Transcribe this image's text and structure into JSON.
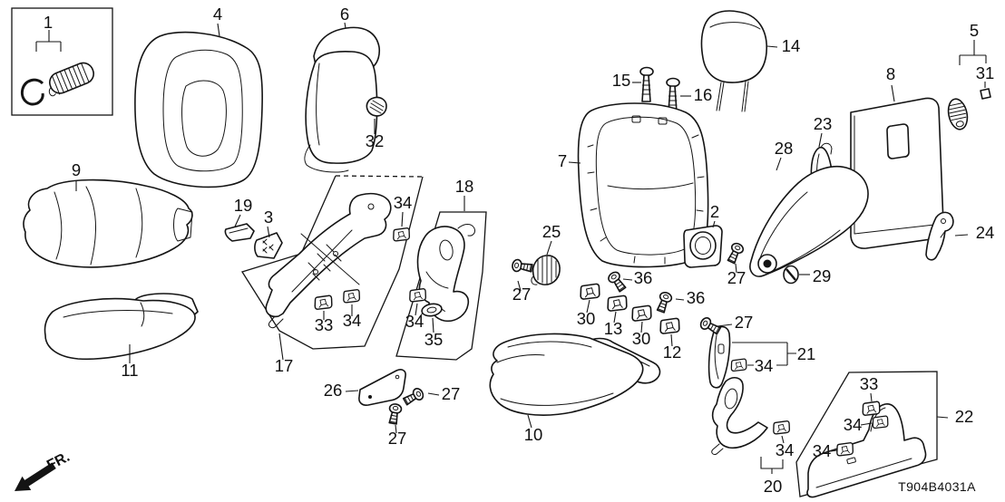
{
  "diagram": {
    "code": "T904B4031A",
    "direction_label": "FR.",
    "line_color": "#141414",
    "background_color": "#ffffff",
    "unique_part_numbers": [
      "1",
      "2",
      "3",
      "4",
      "5",
      "6",
      "7",
      "8",
      "9",
      "10",
      "11",
      "12",
      "13",
      "14",
      "15",
      "16",
      "17",
      "18",
      "19",
      "20",
      "21",
      "22",
      "23",
      "24",
      "25",
      "26",
      "27",
      "28",
      "29",
      "30",
      "31",
      "32",
      "33",
      "34",
      "35",
      "36"
    ],
    "callouts": [
      {
        "label": "1"
      },
      {
        "label": "4"
      },
      {
        "label": "6"
      },
      {
        "label": "14"
      },
      {
        "label": "15"
      },
      {
        "label": "16"
      },
      {
        "label": "5"
      },
      {
        "label": "31"
      },
      {
        "label": "32"
      },
      {
        "label": "8"
      },
      {
        "label": "23"
      },
      {
        "label": "28"
      },
      {
        "label": "7"
      },
      {
        "label": "9"
      },
      {
        "label": "19"
      },
      {
        "label": "3"
      },
      {
        "label": "2"
      },
      {
        "label": "25"
      },
      {
        "label": "24"
      },
      {
        "label": "34"
      },
      {
        "label": "18"
      },
      {
        "label": "27"
      },
      {
        "label": "36"
      },
      {
        "label": "29"
      },
      {
        "label": "27"
      },
      {
        "label": "30"
      },
      {
        "label": "13"
      },
      {
        "label": "30"
      },
      {
        "label": "36"
      },
      {
        "label": "12"
      },
      {
        "label": "33"
      },
      {
        "label": "34"
      },
      {
        "label": "34"
      },
      {
        "label": "35"
      },
      {
        "label": "17"
      },
      {
        "label": "11"
      },
      {
        "label": "26"
      },
      {
        "label": "27"
      },
      {
        "label": "27"
      },
      {
        "label": "10"
      },
      {
        "label": "27"
      },
      {
        "label": "34"
      },
      {
        "label": "21"
      },
      {
        "label": "34"
      },
      {
        "label": "20"
      },
      {
        "label": "22"
      },
      {
        "label": "33"
      },
      {
        "label": "34"
      },
      {
        "label": "34"
      }
    ]
  }
}
